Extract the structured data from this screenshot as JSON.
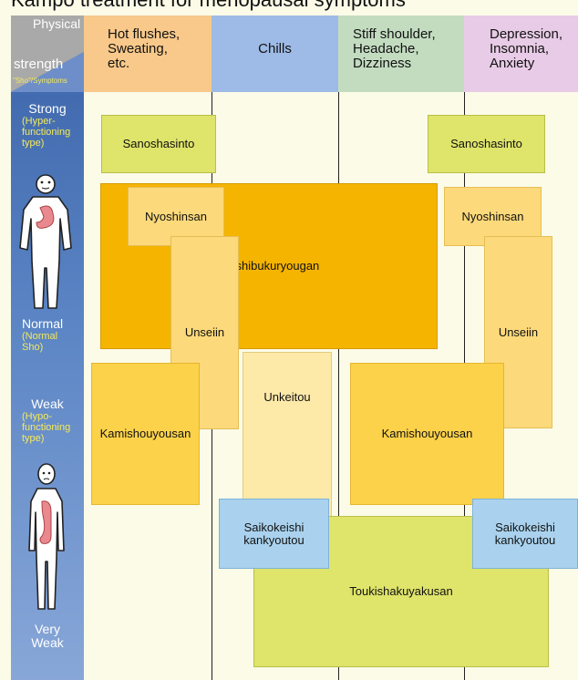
{
  "title": "Kampo treatment for menopausal symptoms",
  "sidebar": {
    "corner_top": "Physical",
    "corner_main": "strength",
    "corner_sub": "\"Sho\"/Symptoms",
    "levels": [
      {
        "label": "Strong",
        "sub": "(Hyper-\nfunctioning\ntype)"
      },
      {
        "label": "Normal",
        "sub": "(Normal\nSho)"
      },
      {
        "label": "Weak",
        "sub": "(Hypo-\nfunctioning\ntype)"
      },
      {
        "label": "Very\nWeak",
        "sub": ""
      }
    ]
  },
  "columns": [
    {
      "label": "Hot flushes,\nSweating,\netc.",
      "color": "#f8c98a"
    },
    {
      "label": "Chills",
      "color": "#9dbbe6"
    },
    {
      "label": "Stiff shoulder,\nHeadache,\nDizziness",
      "color": "#c3dcc0"
    },
    {
      "label": "Depression,\nInsomnia,\nAnxiety",
      "color": "#e8cbe6"
    }
  ],
  "boxes": {
    "sanoshasinto_left": "Sanoshasinto",
    "sanoshasinto_right": "Sanoshasinto",
    "keishibukuryougan": "Keishibukuryougan",
    "nyoshinsan_left": "Nyoshinsan",
    "nyoshinsan_right": "Nyoshinsan",
    "unseiin_left": "Unseiin",
    "unseiin_right": "Unseiin",
    "unkeitou": "Unkeitou",
    "kamishouyousan_left": "Kamishouyousan",
    "kamishouyousan_right": "Kamishouyousan",
    "toukishakuyakusan": "Toukishakuyakusan",
    "saikokeishi_left": "Saikokeishi\nkankyoutou",
    "saikokeishi_right": "Saikokeishi\nkankyoutou"
  }
}
